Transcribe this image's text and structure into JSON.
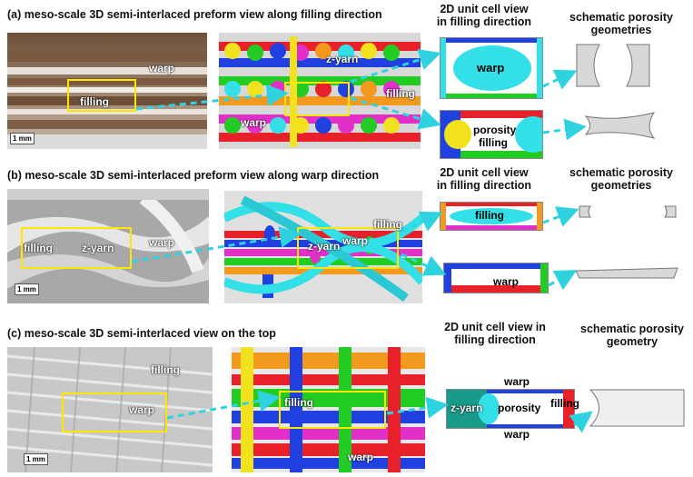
{
  "rows": [
    {
      "id": "a",
      "title": "(a)  meso-scale 3D semi-interlaced preform view along filling direction",
      "unit_cell_header": "2D unit cell view in filling direction",
      "porosity_header": "schematic porosity geometries",
      "photo_labels": {
        "warp": "warp",
        "filling": "filling",
        "scale": "1 mm"
      },
      "model_labels": {
        "zyarn": "z-yarn",
        "warp": "warp",
        "filling": "filling"
      },
      "cell_top_label": "warp",
      "cell_bottom_labels": {
        "porosity": "porosity",
        "filling": "filling"
      }
    },
    {
      "id": "b",
      "title": "(b)  meso-scale 3D semi-interlaced preform view along warp direction",
      "unit_cell_header": "2D unit cell view in filling direction",
      "porosity_header": "schematic porosity geometries",
      "photo_labels": {
        "filling": "filling",
        "zyarn": "z-yarn",
        "warp": "warp",
        "scale": "1 mm"
      },
      "model_labels": {
        "zyarn": "z-yarn",
        "warp": "warp",
        "filling": "filling"
      },
      "cell_top_label": "filling",
      "cell_bottom_label": "warp"
    },
    {
      "id": "c",
      "title": "(c)  meso-scale 3D semi-interlaced view on the top",
      "unit_cell_header": "2D unit cell view in filling direction",
      "porosity_header": "schematic porosity geometry",
      "photo_labels": {
        "filling": "filling",
        "warp": "warp",
        "scale": "1 mm"
      },
      "model_labels": {
        "filling": "filling",
        "warp": "warp"
      },
      "cell_labels": {
        "warp_top": "warp",
        "zyarn": "z-yarn",
        "porosity": "porosity",
        "filling": "filling",
        "warp_bottom": "warp"
      }
    }
  ],
  "colors": {
    "highlight_box": "#ffe600",
    "arrow": "#2fd3e0",
    "cyan_yarn": "#33e0e8",
    "red_yarn": "#e8202a",
    "blue_yarn": "#2040e0",
    "green_yarn": "#22cc22",
    "magenta_yarn": "#e030c8",
    "orange_yarn": "#f39a1e",
    "yellow_yarn": "#f2e21e",
    "porosity_gray": "#d8d8d8"
  },
  "icons": [
    "dashed-arrow-icon",
    "scale-bar-icon"
  ]
}
